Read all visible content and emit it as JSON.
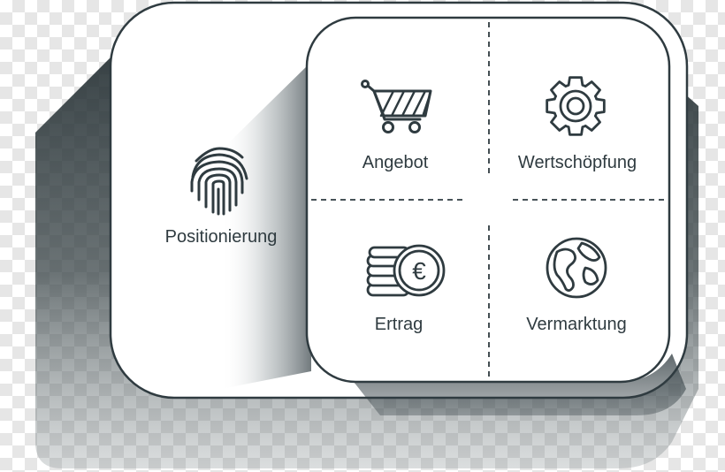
{
  "diagram": {
    "outer": {
      "label": "Positionierung",
      "icon": "fingerprint-icon"
    },
    "cells": [
      {
        "label": "Angebot",
        "icon": "shopping-cart-icon"
      },
      {
        "label": "Wertschöpfung",
        "icon": "gear-icon"
      },
      {
        "label": "Ertrag",
        "icon": "euro-coins-icon"
      },
      {
        "label": "Vermarktung",
        "icon": "globe-icon"
      }
    ]
  },
  "colors": {
    "stroke": "#2f3b40",
    "shadow": "#1f2a2e",
    "card": "#ffffff"
  }
}
